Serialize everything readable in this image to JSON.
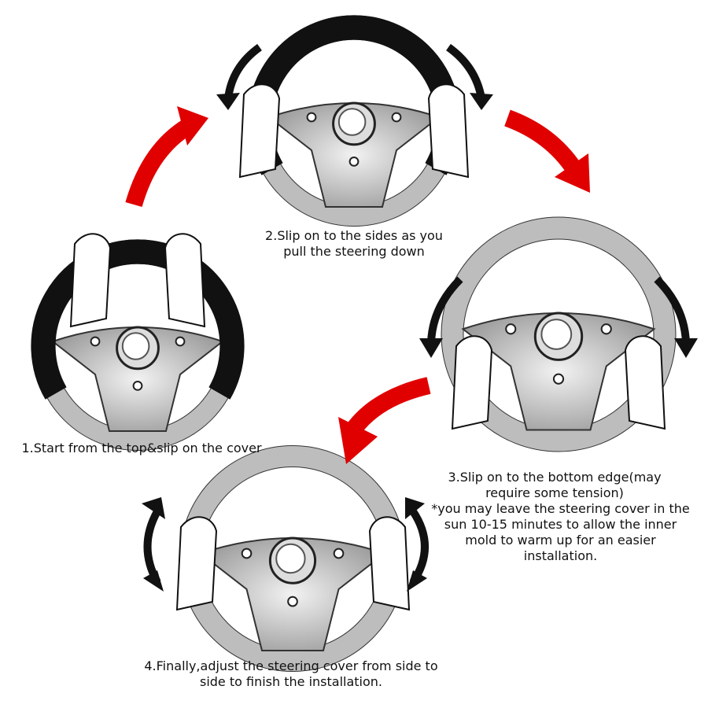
{
  "steps": [
    {
      "caption": "1.Start from the top&slip on the cover"
    },
    {
      "caption": "2.Slip on to the sides as you pull the steering down"
    },
    {
      "caption": "3.Slip on to the bottom edge(may require some tension)",
      "note": "*you may leave the steering cover in the sun 10-15 minutes to allow the inner mold to warm up for an easier installation."
    },
    {
      "caption": "4.Finally,adjust the steering cover from side to side to finish the installation."
    }
  ],
  "colors": {
    "arrow_red": "#e00000",
    "cover": "#111111",
    "wheel_gray": "#bdbdbd"
  }
}
